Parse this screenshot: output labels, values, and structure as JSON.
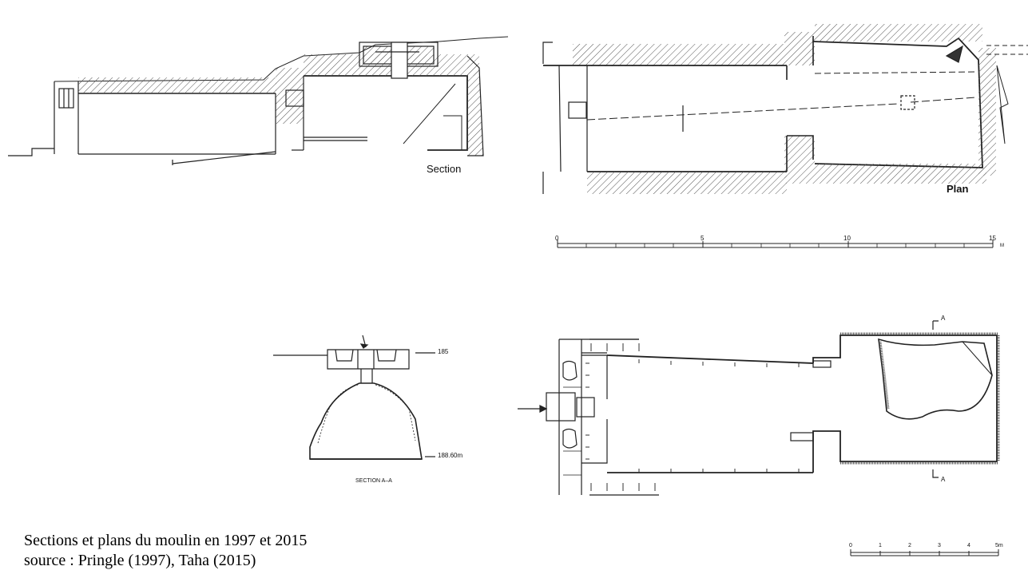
{
  "figure": {
    "section_label": "Section",
    "plan_label": "Plan",
    "scale_top": {
      "ticks": [
        "0",
        "5",
        "10",
        "15"
      ],
      "unit": "M"
    },
    "section_aa": {
      "level_top": "185",
      "level_bottom": "188.60m",
      "title": "SECTION A–A"
    },
    "plan_2015": {
      "marker_top": "A",
      "marker_bottom": "A"
    },
    "scale_bottom": {
      "ticks": [
        "0",
        "1",
        "2",
        "3",
        "4",
        "5m"
      ]
    }
  },
  "caption": {
    "line1": "Sections et plans du moulin en 1997 et 2015",
    "line2": "source : Pringle (1997), Taha (2015)"
  }
}
